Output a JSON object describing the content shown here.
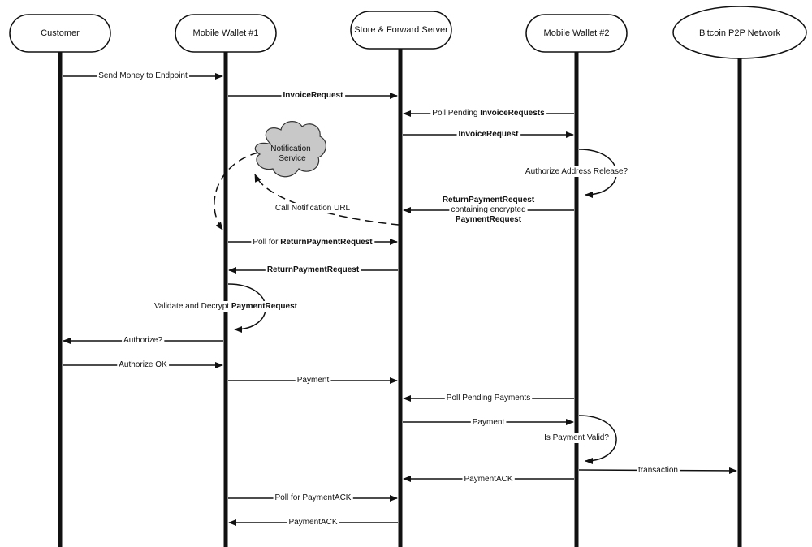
{
  "participants": [
    {
      "id": "customer",
      "label": "Customer"
    },
    {
      "id": "wallet1",
      "label": "Mobile Wallet #1"
    },
    {
      "id": "server",
      "label": "Store & Forward Server"
    },
    {
      "id": "wallet2",
      "label": "Mobile Wallet #2"
    },
    {
      "id": "p2p",
      "label": "Bitcoin P2P Network"
    }
  ],
  "notification_service": {
    "line1": "Notification",
    "line2": "Service"
  },
  "messages": [
    {
      "from": "customer",
      "to": "wallet1",
      "label": [
        {
          "t": "Send Money to Endpoint"
        }
      ]
    },
    {
      "from": "wallet1",
      "to": "server",
      "label": [
        {
          "t": "InvoiceRequest",
          "b": true
        }
      ]
    },
    {
      "from": "wallet2",
      "to": "server",
      "label": [
        {
          "t": "Poll Pending "
        },
        {
          "t": "InvoiceRequests",
          "b": true
        }
      ]
    },
    {
      "from": "server",
      "to": "wallet2",
      "label": [
        {
          "t": "InvoiceRequest",
          "b": true
        }
      ]
    },
    {
      "self": "wallet2",
      "label": [
        {
          "t": "Authorize Address Release?"
        }
      ]
    },
    {
      "from": "wallet2",
      "to": "server",
      "lines": [
        [
          {
            "t": "ReturnPaymentRequest",
            "b": true
          }
        ],
        [
          {
            "t": "containing encrypted"
          }
        ],
        [
          {
            "t": "PaymentRequest",
            "b": true
          }
        ]
      ]
    },
    {
      "dashed": "notification",
      "label": [
        {
          "t": "Call Notification URL"
        }
      ]
    },
    {
      "from": "wallet1",
      "to": "server",
      "label": [
        {
          "t": "Poll for "
        },
        {
          "t": "ReturnPaymentRequest",
          "b": true
        }
      ]
    },
    {
      "from": "server",
      "to": "wallet1",
      "label": [
        {
          "t": "ReturnPaymentRequest",
          "b": true
        }
      ]
    },
    {
      "self": "wallet1",
      "label": [
        {
          "t": "Validate and Decrypt "
        },
        {
          "t": "PaymentRequest",
          "b": true
        }
      ]
    },
    {
      "from": "wallet1",
      "to": "customer",
      "label": [
        {
          "t": "Authorize?"
        }
      ]
    },
    {
      "from": "customer",
      "to": "wallet1",
      "label": [
        {
          "t": "Authorize OK"
        }
      ]
    },
    {
      "from": "wallet1",
      "to": "server",
      "label": [
        {
          "t": "Payment"
        }
      ]
    },
    {
      "from": "wallet2",
      "to": "server",
      "label": [
        {
          "t": "Poll Pending Payments"
        }
      ]
    },
    {
      "from": "server",
      "to": "wallet2",
      "label": [
        {
          "t": "Payment"
        }
      ]
    },
    {
      "self": "wallet2",
      "label": [
        {
          "t": "Is Payment Valid?"
        }
      ]
    },
    {
      "from": "wallet2",
      "to": "p2p",
      "label": [
        {
          "t": "transaction"
        }
      ]
    },
    {
      "from": "wallet2",
      "to": "server",
      "label": [
        {
          "t": "PaymentACK"
        }
      ]
    },
    {
      "from": "wallet1",
      "to": "server",
      "label": [
        {
          "t": "Poll for PaymentACK"
        }
      ]
    },
    {
      "from": "server",
      "to": "wallet1",
      "label": [
        {
          "t": "PaymentACK"
        }
      ]
    }
  ]
}
